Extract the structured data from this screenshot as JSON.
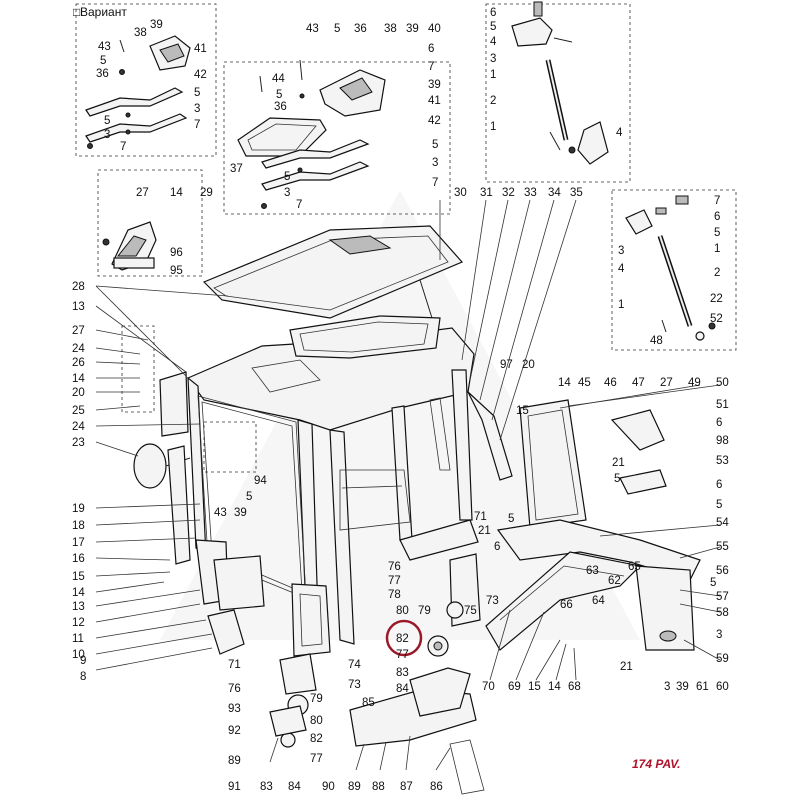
{
  "caption_variant": "Вариант",
  "page_code": "174 PAV.",
  "callouts": {
    "v39": "39",
    "v38": "38",
    "v43": "43",
    "v5a": "5",
    "v36": "36",
    "v41": "41",
    "v42": "42",
    "v5b": "5",
    "v3a": "3",
    "v7a": "7",
    "v5c": "5",
    "v3b": "3",
    "v7b": "7",
    "c43": "43",
    "c5": "5",
    "c36": "36",
    "c38": "38",
    "c39": "39",
    "c40": "40",
    "c6": "6",
    "c7": "7",
    "c44": "44",
    "c5b": "5",
    "c36b": "36",
    "c39b": "39",
    "c41": "41",
    "c37": "37",
    "c42": "42",
    "c5c": "5",
    "c3": "3",
    "c7b": "7",
    "c5d": "5",
    "c3b": "3",
    "c7c": "7",
    "r6": "6",
    "r5": "5",
    "r4": "4",
    "r3": "3",
    "r1": "1",
    "r2": "2",
    "r1b": "1",
    "r4b": "4",
    "s7": "7",
    "s6": "6",
    "s5": "5",
    "s1": "1",
    "s3": "3",
    "s4": "4",
    "s2": "2",
    "s1b": "1",
    "s22": "22",
    "s52": "52",
    "s48": "48",
    "b27": "27",
    "b14": "14",
    "b29": "29",
    "b96": "96",
    "b95": "95",
    "t30": "30",
    "t31": "31",
    "t32": "32",
    "t33": "33",
    "t34": "34",
    "t35": "35",
    "l28": "28",
    "l13": "13",
    "l27": "27",
    "l24": "24",
    "l26": "26",
    "l14": "14",
    "l20": "20",
    "l25": "25",
    "l24b": "24",
    "l23": "23",
    "l19": "19",
    "l18": "18",
    "l17": "17",
    "l16": "16",
    "l15": "15",
    "l14b": "14",
    "l13b": "13",
    "l12": "12",
    "l11": "11",
    "l10": "10",
    "l9": "9",
    "l8": "8",
    "m94": "94",
    "m5": "5",
    "m43": "43",
    "m39": "39",
    "m97": "97",
    "m20": "20",
    "m14": "14",
    "m45": "45",
    "m46": "46",
    "m47": "47",
    "m27": "27",
    "m49": "49",
    "m50": "50",
    "m15": "15",
    "d51": "51",
    "d6": "6",
    "d98": "98",
    "d21": "21",
    "d5": "5",
    "d53": "53",
    "d6b": "6",
    "d5b": "5",
    "d54": "54",
    "d55": "55",
    "d56": "56",
    "d5c": "5",
    "d57": "57",
    "d58": "58",
    "d3": "3",
    "d59": "59",
    "d60": "60",
    "d61": "61",
    "d39": "39",
    "d3b": "3",
    "d21b": "21",
    "n71": "71",
    "n21": "21",
    "n5": "5",
    "n6": "6",
    "n76": "76",
    "n77": "77",
    "n78": "78",
    "n73": "73",
    "n80": "80",
    "n79": "79",
    "n75": "75",
    "n82": "82",
    "n77b": "77",
    "n83": "83",
    "n84": "84",
    "n63": "63",
    "n62": "62",
    "n64": "64",
    "n66": "66",
    "n65": "65",
    "n70": "70",
    "n69": "69",
    "n15": "15",
    "n14": "14",
    "n68": "68",
    "f71": "71",
    "f74": "74",
    "f76": "76",
    "f73": "73",
    "f93": "93",
    "f79": "79",
    "f80": "80",
    "f92": "92",
    "f82": "82",
    "f89": "89",
    "f77": "77",
    "f91": "91",
    "f83": "83",
    "f84": "84",
    "f90": "90",
    "f89b": "89",
    "f88": "88",
    "f87": "87",
    "f86": "86",
    "f85": "85"
  }
}
